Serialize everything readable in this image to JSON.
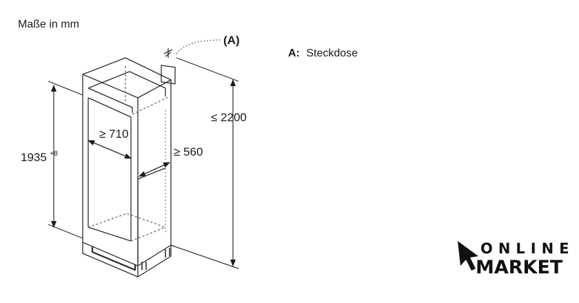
{
  "title": "Maße in mm",
  "legend": {
    "key": "A:",
    "value": "Steckdose"
  },
  "callout": "(A)",
  "dimensions": {
    "height_total": "≤ 2200",
    "height_niche": "1935",
    "height_niche_tolerance": "+8",
    "width": "≥ 710",
    "depth": "≥ 560"
  },
  "logo": {
    "line1": "ONLINE",
    "line2": "MARKET"
  },
  "colors": {
    "line": "#2b2b2b",
    "text": "#1a1a1a",
    "dotted": "#555555"
  }
}
